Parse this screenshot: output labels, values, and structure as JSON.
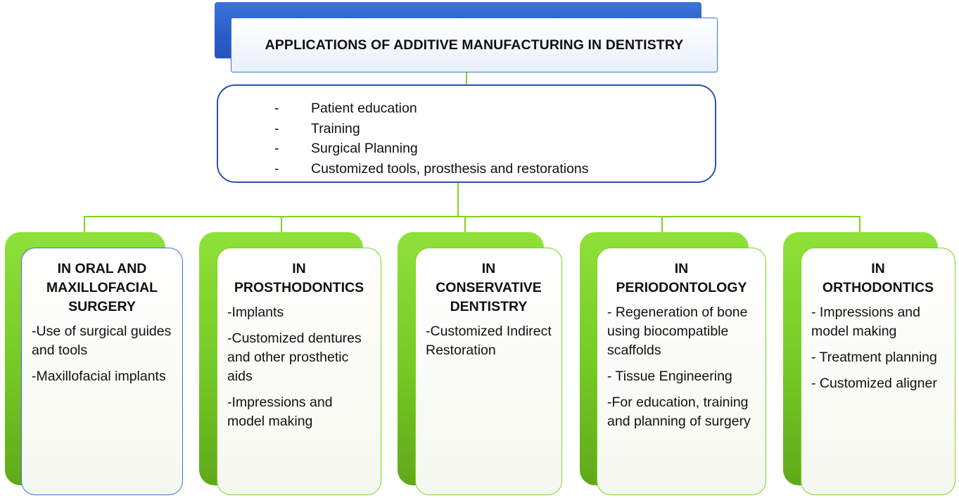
{
  "title": "APPLICATIONS OF ADDITIVE MANUFACTURING IN DENTISTRY",
  "uses": {
    "bullet": "-",
    "items": [
      "Patient education",
      "Training",
      "Surgical Planning",
      "Customized tools, prosthesis and restorations"
    ]
  },
  "categories": [
    {
      "heading": [
        "IN ORAL  AND",
        "MAXILLOFACIAL",
        "SURGERY"
      ],
      "items": [
        "-Use of surgical guides and tools",
        "-Maxillofacial implants"
      ]
    },
    {
      "heading": [
        "IN",
        "PROSTHODONTICS"
      ],
      "items": [
        "-Implants",
        "-Customized dentures and other prosthetic aids",
        "-Impressions and model making"
      ]
    },
    {
      "heading": [
        "IN",
        "CONSERVATIVE",
        "DENTISTRY"
      ],
      "items": [
        "-Customized Indirect Restoration"
      ]
    },
    {
      "heading": [
        "IN",
        "PERIODONTOLOGY"
      ],
      "items": [
        "- Regeneration of bone using biocompatible scaffolds",
        "- Tissue Engineering",
        "-For education, training and planning of surgery"
      ]
    },
    {
      "heading": [
        "IN",
        "ORTHODONTICS"
      ],
      "items": [
        "- Impressions and model making",
        "- Treatment planning",
        "- Customized aligner"
      ]
    }
  ],
  "colors": {
    "title_fill": "#2a5dc4",
    "title_border": "#3a74d8",
    "list_border": "#2a52a8",
    "card_green": "#7ed321",
    "connector": "#7ed321"
  }
}
